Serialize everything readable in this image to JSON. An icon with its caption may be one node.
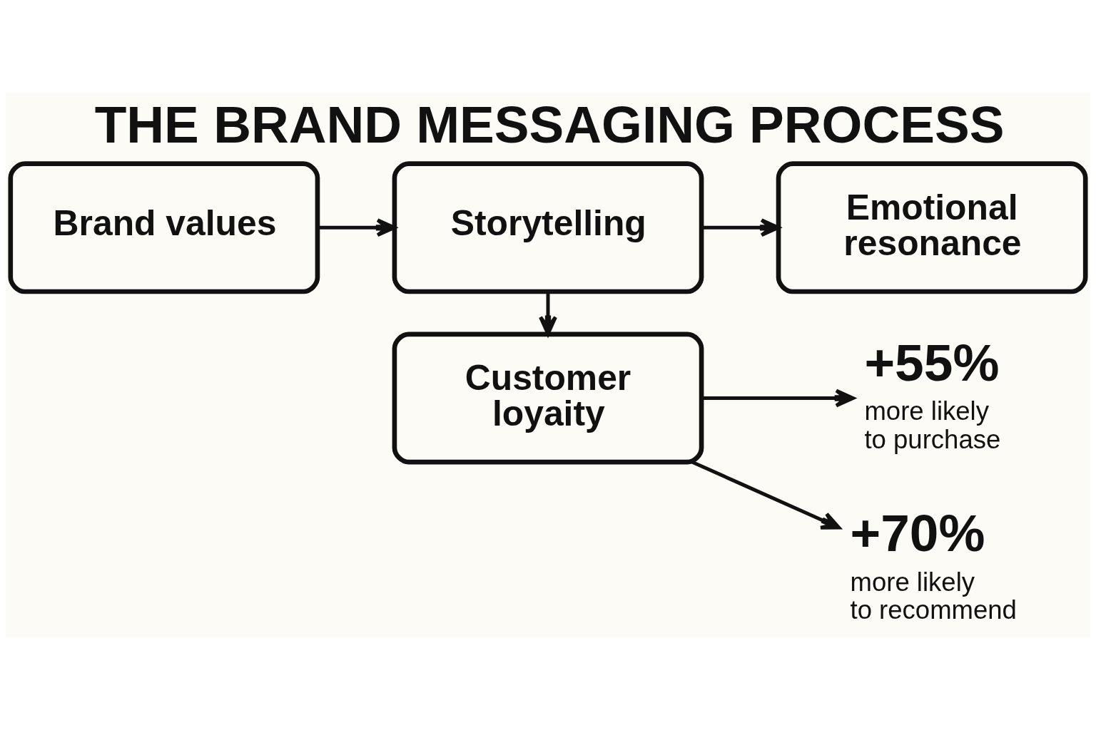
{
  "diagram": {
    "title": "THE BRAND MESSAGING PROCESS",
    "nodes": [
      {
        "text": [
          "Brand values"
        ]
      },
      {
        "text": [
          "Storytelling"
        ]
      },
      {
        "text": [
          "Emotional resonance"
        ]
      },
      {
        "text": [
          "Customer loyaity"
        ]
      },
      {
        "text": [
          "+55%",
          "more likely to purchase"
        ]
      },
      {
        "text": [
          "+70%",
          "more likely to recommend"
        ]
      }
    ],
    "edges": [
      {
        "from": 0,
        "to": 1,
        "arrow": "to"
      },
      {
        "from": 1,
        "to": 2,
        "arrow": "to"
      },
      {
        "from": 1,
        "to": 3,
        "arrow": "to"
      },
      {
        "from": 3,
        "to": 4,
        "arrow": "to"
      },
      {
        "from": 3,
        "to": 5,
        "arrow": "to"
      }
    ]
  }
}
